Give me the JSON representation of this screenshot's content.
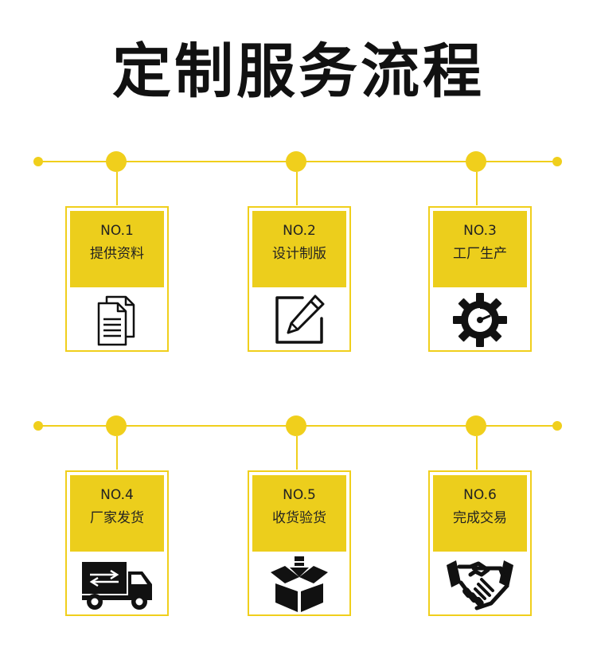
{
  "page": {
    "title": "定制服务流程"
  },
  "steps": [
    {
      "num": "NO.1",
      "label": "提供资料",
      "icon": "documents-icon"
    },
    {
      "num": "NO.2",
      "label": "设计制版",
      "icon": "pen-edit-icon"
    },
    {
      "num": "NO.3",
      "label": "工厂生产",
      "icon": "gear-gauge-icon"
    },
    {
      "num": "NO.4",
      "label": "厂家发货",
      "icon": "delivery-truck-icon"
    },
    {
      "num": "NO.5",
      "label": "收货验货",
      "icon": "package-box-icon"
    },
    {
      "num": "NO.6",
      "label": "完成交易",
      "icon": "handshake-icon"
    }
  ],
  "colors": {
    "accent": "#F0CF1C",
    "text": "#111111"
  }
}
